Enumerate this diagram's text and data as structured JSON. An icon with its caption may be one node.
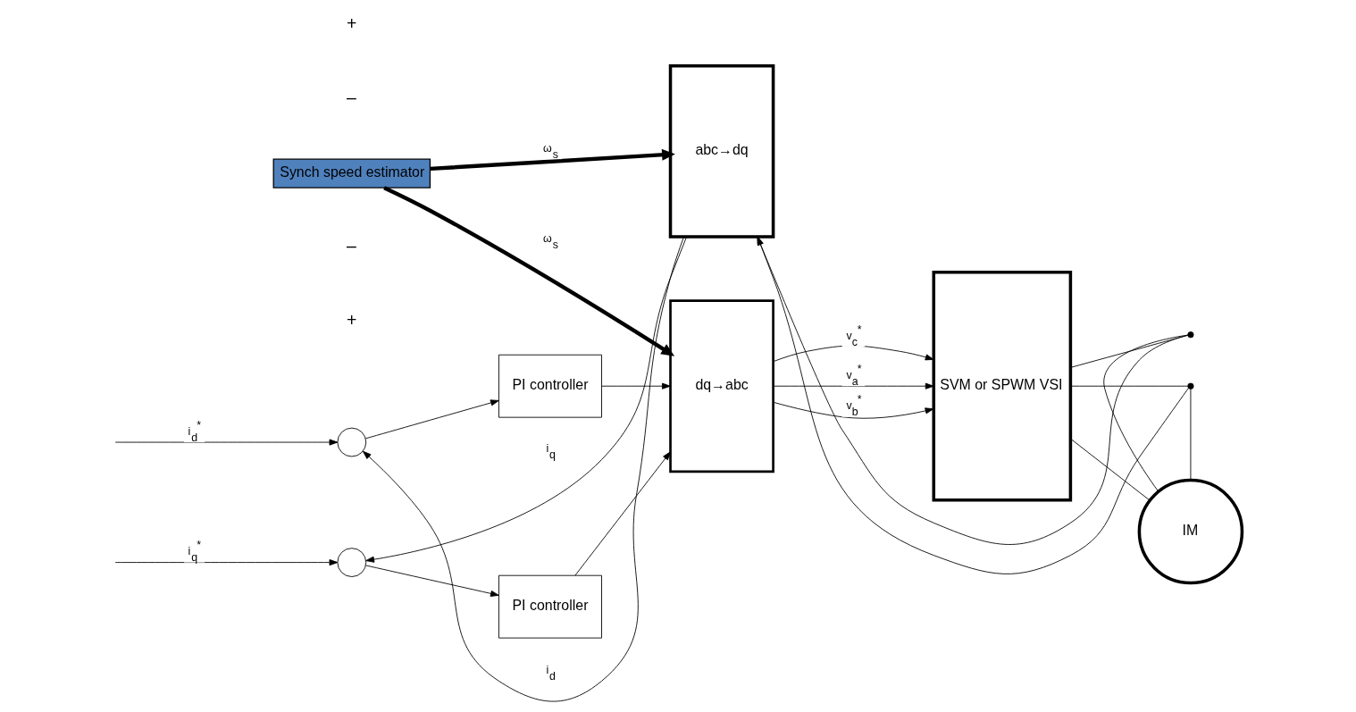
{
  "diagram": {
    "nodes": [
      {
        "text": [],
        "shape": "circle"
      },
      {
        "text": [],
        "shape": "circle"
      },
      {
        "text": [
          "PI controller"
        ]
      },
      {
        "text": [
          "PI controller"
        ]
      },
      {
        "text": [
          "dq→abc"
        ]
      },
      {
        "text": [
          "SVM or SPWM VSI"
        ]
      },
      {
        "text": [
          "IM"
        ]
      },
      {
        "text": [
          "Synch speed estimator"
        ]
      },
      {
        "text": [
          "abc→dq"
        ]
      },
      {
        "text": [],
        "shape": "dot"
      },
      {
        "text": [],
        "shape": "dot"
      }
    ],
    "edges": [
      {
        "from": null,
        "to": 0,
        "arrow": "to",
        "label": "i$_{d}$$^{*}$"
      },
      {
        "from": 0,
        "to": 2,
        "arrow": "to"
      },
      {
        "from": 2,
        "to": 4,
        "arrow": "to"
      },
      {
        "from": null,
        "to": 1,
        "arrow": "to",
        "label": "i$_{q}$$^{*}$"
      },
      {
        "from": 1,
        "to": 3,
        "arrow": "to"
      },
      {
        "from": 3,
        "to": 4,
        "arrow": "to"
      },
      {
        "from": 4,
        "to": 5,
        "arrow": "to",
        "label": "v$_{a}$$^{*}$"
      },
      {
        "from": 4,
        "to": 5,
        "arrow": "to",
        "label": "v$_{b}$$^{*}$"
      },
      {
        "from": 4,
        "to": 5,
        "arrow": "to",
        "label": "v$_{c}$$^{*}$"
      },
      {
        "from": 5,
        "to": 9,
        "arrow": "none"
      },
      {
        "from": 9,
        "to": 6,
        "arrow": "none"
      },
      {
        "from": 5,
        "to": 10,
        "arrow": "none"
      },
      {
        "from": 10,
        "to": 6,
        "arrow": "none"
      },
      {
        "from": 5,
        "to": 6,
        "arrow": "none"
      },
      {
        "from": 9,
        "to": 8,
        "arrow": "to"
      },
      {
        "from": 10,
        "to": 8,
        "arrow": "to"
      },
      {
        "from": 7,
        "to": 4,
        "arrow": "to",
        "label": "ω$_{s}$",
        "style": "thick"
      },
      {
        "from": 7,
        "to": 8,
        "arrow": "to",
        "label": "ω$_{s}$",
        "style": "thick"
      },
      {
        "from": 8,
        "to": 0,
        "arrow": "to",
        "label": "i$_{d}$"
      },
      {
        "from": 8,
        "to": 1,
        "arrow": "to",
        "label": "i$_{q}$"
      }
    ],
    "labels": [
      "+",
      "–",
      "+",
      "–"
    ]
  }
}
